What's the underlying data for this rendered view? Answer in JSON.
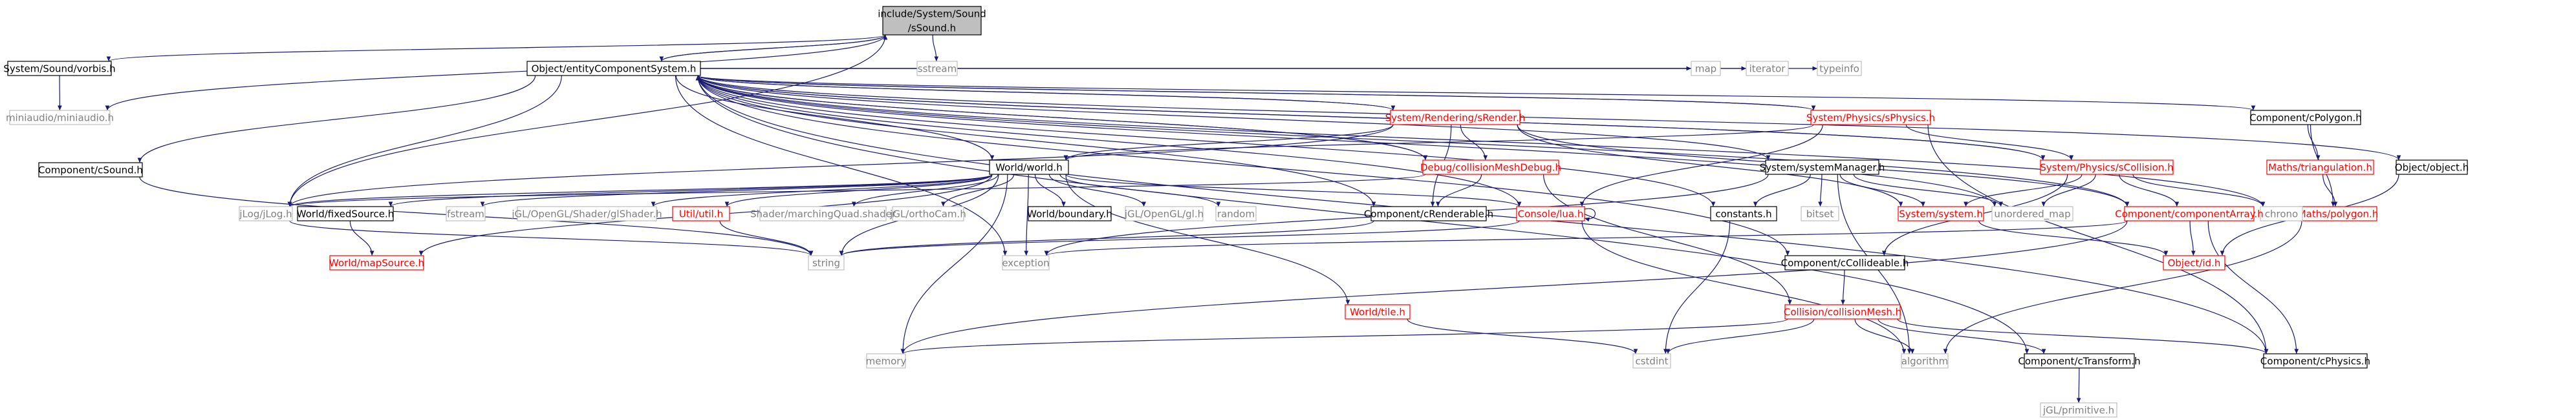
{
  "colors": {
    "edge": "#191970",
    "box_border": "#000000",
    "highlight_fill": "#bfbfbf",
    "muted_border": "#bfbfbf",
    "muted_text": "#808080",
    "red_border": "#ff0000",
    "red_text": "#ff0000",
    "normal_text": "#000000"
  },
  "nodes": [
    {
      "id": "sound",
      "lines": [
        "include/System/Sound",
        "/sSound.h"
      ],
      "style": "root"
    },
    {
      "id": "vorbis",
      "lines": [
        "System/Sound/vorbis.h"
      ],
      "style": "normal"
    },
    {
      "id": "miniaudio",
      "lines": [
        "miniaudio/miniaudio.h"
      ],
      "style": "muted"
    },
    {
      "id": "sstream",
      "lines": [
        "sstream"
      ],
      "style": "muted"
    },
    {
      "id": "ecs",
      "lines": [
        "Object/entityComponentSystem.h"
      ],
      "style": "normal"
    },
    {
      "id": "csound",
      "lines": [
        "Component/cSound.h"
      ],
      "style": "normal"
    },
    {
      "id": "srender",
      "lines": [
        "System/Rendering/sRender.h"
      ],
      "style": "red"
    },
    {
      "id": "sphysics",
      "lines": [
        "System/Physics/sPhysics.h"
      ],
      "style": "red"
    },
    {
      "id": "scollision",
      "lines": [
        "System/Physics/sCollision.h"
      ],
      "style": "red"
    },
    {
      "id": "sysmanager",
      "lines": [
        "System/systemManager.h"
      ],
      "style": "normal"
    },
    {
      "id": "debugmesh",
      "lines": [
        "Debug/collisionMeshDebug.h"
      ],
      "style": "red"
    },
    {
      "id": "world",
      "lines": [
        "World/world.h"
      ],
      "style": "normal"
    },
    {
      "id": "map",
      "lines": [
        "map"
      ],
      "style": "muted"
    },
    {
      "id": "iterator",
      "lines": [
        "iterator"
      ],
      "style": "muted"
    },
    {
      "id": "typeinfo",
      "lines": [
        "typeinfo"
      ],
      "style": "muted"
    },
    {
      "id": "cpolygon",
      "lines": [
        "Component/cPolygon.h"
      ],
      "style": "normal"
    },
    {
      "id": "triangulation",
      "lines": [
        "Maths/triangulation.h"
      ],
      "style": "red"
    },
    {
      "id": "objecth",
      "lines": [
        "Object/object.h"
      ],
      "style": "normal"
    },
    {
      "id": "polygon",
      "lines": [
        "Maths/polygon.h"
      ],
      "style": "red"
    },
    {
      "id": "chrono",
      "lines": [
        "chrono"
      ],
      "style": "muted"
    },
    {
      "id": "comparray",
      "lines": [
        "Component/componentArray.h"
      ],
      "style": "red"
    },
    {
      "id": "systemh",
      "lines": [
        "System/system.h"
      ],
      "style": "red"
    },
    {
      "id": "unorderedmap",
      "lines": [
        "unordered_map"
      ],
      "style": "muted"
    },
    {
      "id": "bitset",
      "lines": [
        "bitset"
      ],
      "style": "muted"
    },
    {
      "id": "constants",
      "lines": [
        "constants.h"
      ],
      "style": "normal"
    },
    {
      "id": "consolelua",
      "lines": [
        "Console/lua.h"
      ],
      "style": "red"
    },
    {
      "id": "crenderable",
      "lines": [
        "Component/cRenderable.h"
      ],
      "style": "normal"
    },
    {
      "id": "boundary",
      "lines": [
        "World/boundary.h"
      ],
      "style": "normal"
    },
    {
      "id": "jglopengl",
      "lines": [
        "jGL/OpenGL/gl.h"
      ],
      "style": "muted"
    },
    {
      "id": "random",
      "lines": [
        "random"
      ],
      "style": "muted"
    },
    {
      "id": "jglorthocam",
      "lines": [
        "jGL/orthoCam.h"
      ],
      "style": "muted"
    },
    {
      "id": "shadermq",
      "lines": [
        "Shader/marchingQuad.shader"
      ],
      "style": "muted"
    },
    {
      "id": "utilh",
      "lines": [
        "Util/util.h"
      ],
      "style": "red"
    },
    {
      "id": "jglshader",
      "lines": [
        "jGL/OpenGL/Shader/glShader.h"
      ],
      "style": "muted"
    },
    {
      "id": "fstream",
      "lines": [
        "fstream"
      ],
      "style": "muted"
    },
    {
      "id": "fixedsource",
      "lines": [
        "World/fixedSource.h"
      ],
      "style": "normal"
    },
    {
      "id": "jlog",
      "lines": [
        "jLog/jLog.h"
      ],
      "style": "muted"
    },
    {
      "id": "mapsource",
      "lines": [
        "World/mapSource.h"
      ],
      "style": "red"
    },
    {
      "id": "string",
      "lines": [
        "string"
      ],
      "style": "muted"
    },
    {
      "id": "exception",
      "lines": [
        "exception"
      ],
      "style": "muted"
    },
    {
      "id": "ccollideable",
      "lines": [
        "Component/cCollideable.h"
      ],
      "style": "normal"
    },
    {
      "id": "idh",
      "lines": [
        "Object/id.h"
      ],
      "style": "red"
    },
    {
      "id": "collisionmesh",
      "lines": [
        "Collision/collisionMesh.h"
      ],
      "style": "red"
    },
    {
      "id": "worldtile",
      "lines": [
        "World/tile.h"
      ],
      "style": "red"
    },
    {
      "id": "memory",
      "lines": [
        "memory"
      ],
      "style": "muted"
    },
    {
      "id": "cstdint",
      "lines": [
        "cstdint"
      ],
      "style": "muted"
    },
    {
      "id": "algorithm",
      "lines": [
        "algorithm"
      ],
      "style": "muted"
    },
    {
      "id": "ctransform",
      "lines": [
        "Component/cTransform.h"
      ],
      "style": "normal"
    },
    {
      "id": "cphysics",
      "lines": [
        "Component/cPhysics.h"
      ],
      "style": "normal"
    },
    {
      "id": "jglprimitive",
      "lines": [
        "jGL/primitive.h"
      ],
      "style": "muted"
    }
  ],
  "edges": [
    [
      "sound",
      "vorbis"
    ],
    [
      "sound",
      "miniaudio"
    ],
    [
      "sound",
      "ecs"
    ],
    [
      "sound",
      "sstream"
    ],
    [
      "sound",
      "jlog"
    ],
    [
      "vorbis",
      "miniaudio"
    ],
    [
      "ecs",
      "sound"
    ],
    [
      "ecs",
      "csound"
    ],
    [
      "ecs",
      "srender"
    ],
    [
      "ecs",
      "sphysics"
    ],
    [
      "ecs",
      "scollision"
    ],
    [
      "ecs",
      "sysmanager"
    ],
    [
      "ecs",
      "debugmesh"
    ],
    [
      "ecs",
      "world"
    ],
    [
      "ecs",
      "map"
    ],
    [
      "ecs",
      "iterator"
    ],
    [
      "ecs",
      "typeinfo"
    ],
    [
      "ecs",
      "cpolygon"
    ],
    [
      "ecs",
      "objecth"
    ],
    [
      "ecs",
      "chrono"
    ],
    [
      "ecs",
      "comparray"
    ],
    [
      "ecs",
      "unorderedmap"
    ],
    [
      "ecs",
      "constants"
    ],
    [
      "ecs",
      "consolelua"
    ],
    [
      "ecs",
      "crenderable"
    ],
    [
      "ecs",
      "exception"
    ],
    [
      "ecs",
      "jlog"
    ],
    [
      "ecs",
      "ccollideable"
    ],
    [
      "ecs",
      "ctransform"
    ],
    [
      "ecs",
      "cphysics"
    ],
    [
      "csound",
      "string"
    ],
    [
      "srender",
      "ecs"
    ],
    [
      "srender",
      "world"
    ],
    [
      "srender",
      "debugmesh"
    ],
    [
      "srender",
      "crenderable"
    ],
    [
      "srender",
      "systemh"
    ],
    [
      "srender",
      "comparray"
    ],
    [
      "srender",
      "jlog"
    ],
    [
      "sphysics",
      "ecs"
    ],
    [
      "sphysics",
      "scollision"
    ],
    [
      "sphysics",
      "consolelua"
    ],
    [
      "sphysics",
      "cphysics"
    ],
    [
      "sphysics",
      "world"
    ],
    [
      "scollision",
      "ecs"
    ],
    [
      "scollision",
      "systemh"
    ],
    [
      "scollision",
      "comparray"
    ],
    [
      "scollision",
      "unorderedmap"
    ],
    [
      "scollision",
      "chrono"
    ],
    [
      "scollision",
      "ccollideable"
    ],
    [
      "sysmanager",
      "systemh"
    ],
    [
      "sysmanager",
      "constants"
    ],
    [
      "sysmanager",
      "bitset"
    ],
    [
      "sysmanager",
      "exception"
    ],
    [
      "sysmanager",
      "unorderedmap"
    ],
    [
      "sysmanager",
      "algorithm"
    ],
    [
      "debugmesh",
      "ecs"
    ],
    [
      "debugmesh",
      "crenderable"
    ],
    [
      "debugmesh",
      "collisionmesh"
    ],
    [
      "debugmesh",
      "jlog"
    ],
    [
      "world",
      "jlog"
    ],
    [
      "world",
      "fixedsource"
    ],
    [
      "world",
      "fstream"
    ],
    [
      "world",
      "jglshader"
    ],
    [
      "world",
      "utilh"
    ],
    [
      "world",
      "shadermq"
    ],
    [
      "world",
      "jglorthocam"
    ],
    [
      "world",
      "boundary"
    ],
    [
      "world",
      "jglopengl"
    ],
    [
      "world",
      "random"
    ],
    [
      "world",
      "consolelua"
    ],
    [
      "world",
      "string"
    ],
    [
      "world",
      "memory"
    ],
    [
      "world",
      "mapsource"
    ],
    [
      "world",
      "worldtile"
    ],
    [
      "world",
      "exception"
    ],
    [
      "cpolygon",
      "triangulation"
    ],
    [
      "cpolygon",
      "polygon"
    ],
    [
      "triangulation",
      "polygon"
    ],
    [
      "polygon",
      "algorithm"
    ],
    [
      "objecth",
      "idh"
    ],
    [
      "comparray",
      "idh"
    ],
    [
      "comparray",
      "exception"
    ],
    [
      "comparray",
      "memory"
    ],
    [
      "comparray",
      "cphysics"
    ],
    [
      "systemh",
      "idh"
    ],
    [
      "consolelua",
      "consolelua"
    ],
    [
      "consolelua",
      "string"
    ],
    [
      "consolelua",
      "algorithm"
    ],
    [
      "crenderable",
      "string"
    ],
    [
      "utilh",
      "string"
    ],
    [
      "fixedsource",
      "mapsource"
    ],
    [
      "jlog",
      "string"
    ],
    [
      "constants",
      "cstdint"
    ],
    [
      "ccollideable",
      "collisionmesh"
    ],
    [
      "collisionmesh",
      "memory"
    ],
    [
      "collisionmesh",
      "cstdint"
    ],
    [
      "collisionmesh",
      "algorithm"
    ],
    [
      "collisionmesh",
      "ctransform"
    ],
    [
      "collisionmesh",
      "cphysics"
    ],
    [
      "worldtile",
      "cstdint"
    ],
    [
      "ctransform",
      "jglprimitive"
    ]
  ]
}
